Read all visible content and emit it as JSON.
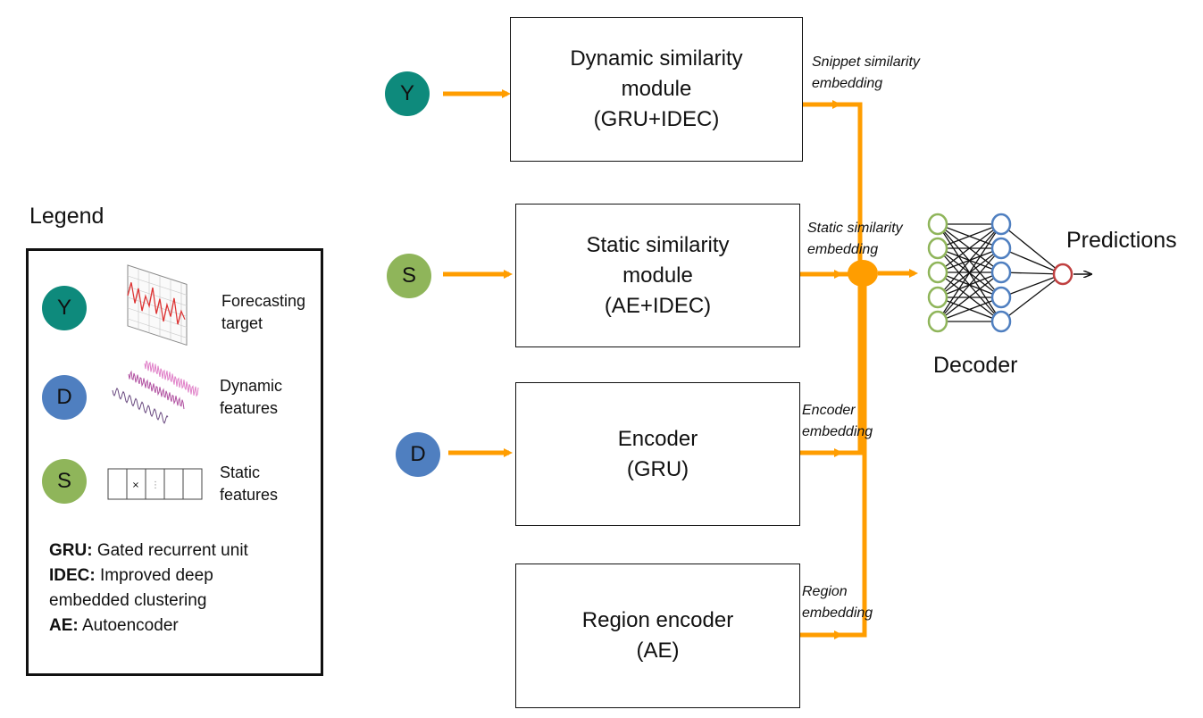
{
  "colors": {
    "target": "#0e8a7c",
    "dynamic": "#4f7fc0",
    "static": "#8fb55a",
    "arrow": "#ff9d00",
    "decoder_input": "#8fb55a",
    "decoder_hidden": "#4f7fc0",
    "decoder_output": "#c04040"
  },
  "inputs": {
    "target": "Y",
    "static": "S",
    "dynamic": "D"
  },
  "modules": {
    "dynamic": {
      "line1": "Dynamic similarity",
      "line2": "module",
      "line3": "(GRU+IDEC)"
    },
    "static": {
      "line1": "Static similarity",
      "line2": "module",
      "line3": "(AE+IDEC)"
    },
    "encoder": {
      "line1": "Encoder",
      "line2": "(GRU)"
    },
    "region": {
      "line1": "Region encoder",
      "line2": "(AE)"
    }
  },
  "embeddings": {
    "snippet": {
      "line1": "Snippet similarity",
      "line2": "embedding"
    },
    "static": {
      "line1": "Static similarity",
      "line2": "embedding"
    },
    "encoder": {
      "line1": "Encoder",
      "line2": "embedding"
    },
    "region": {
      "line1": "Region",
      "line2": "embedding"
    }
  },
  "decoder": {
    "label": "Decoder",
    "input_nodes": 5,
    "hidden_nodes": 5,
    "output_nodes": 1
  },
  "predictions": "Predictions",
  "legend": {
    "title": "Legend",
    "items": [
      {
        "symbol": "Y",
        "line1": "Forecasting",
        "line2": "target",
        "icon": "time-series-chart-icon"
      },
      {
        "symbol": "D",
        "line1": "Dynamic",
        "line2": "features",
        "icon": "waveform-icon"
      },
      {
        "symbol": "S",
        "line1": "Static",
        "line2": "features",
        "icon": "table-row-icon"
      }
    ],
    "abbreviations": [
      {
        "term": "GRU:",
        "definition": " Gated recurrent unit"
      },
      {
        "term": "IDEC:",
        "definition": " Improved deep"
      },
      {
        "term": "",
        "definition": "embedded clustering"
      },
      {
        "term": "AE:",
        "definition": " Autoencoder"
      }
    ]
  },
  "legend_table_cell_marks": [
    "×",
    "⋮"
  ]
}
